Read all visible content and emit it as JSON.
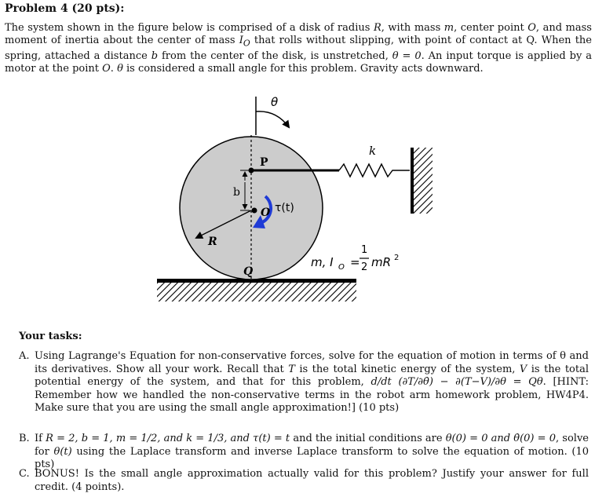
{
  "problem": {
    "title": "Problem 4 (20 pts):",
    "intro": {
      "t1": "The system shown in the figure below is comprised of a disk of radius ",
      "R": "R",
      "t2": ", with mass ",
      "m": "m",
      "t3": ", center point ",
      "O": "O",
      "t4": ", and mass moment of inertia about the center of mass ",
      "IO": "I",
      "IOsub": "O",
      "t5": " that rolls without slipping, with point of contact at Q. When the spring, attached a distance ",
      "b": "b",
      "t6": " from the center of the disk, is unstretched, ",
      "theta0": "θ = 0",
      "t7": ". An input torque is applied by a motor at the point ",
      "O2": "O",
      "t8": ". ",
      "theta": "θ",
      "t9": " is considered a small angle for this problem. Gravity acts downward."
    }
  },
  "figure": {
    "labels": {
      "theta": "θ",
      "k": "k",
      "P": "P",
      "b": "b",
      "O": "O",
      "tau": "τ(t)",
      "R": "R",
      "Q": "Q",
      "inertia": "m, I",
      "inertia_sub": "O",
      "eq": "=",
      "frac_num": "1",
      "frac_den": "2",
      "mR2": "mR",
      "sup2": "2"
    },
    "colors": {
      "disk": "#cccccc",
      "torque_arrow": "#1f3bd6",
      "outline": "#000000"
    }
  },
  "tasks": {
    "heading": "Your tasks:",
    "A": {
      "label": "A.",
      "text1": "Using Lagrange's Equation for non-conservative forces, solve for the equation of motion in terms of θ and its derivatives. Show all your work. Recall that ",
      "T": "T",
      "text2": " is the total kinetic energy of the system, ",
      "V": "V",
      "text3": " is the total potential energy of the system, and that for this problem, ",
      "formula": "d/dt (∂T/∂θ̇) − ∂(T−V)/∂θ = Qθ",
      "text4": ". [HINT: Remember how we handled the non-conservative terms in the robot arm homework problem, HW4P4. Make sure that you are using the small angle approximation!] (10 pts)"
    },
    "B": {
      "label": "B.",
      "text1": "If ",
      "values": "R = 2, b = 1, m = 1/2, and k = 1/3, and τ(t) = t",
      "text2": " and the initial conditions are ",
      "ic": "θ(0) = 0 and θ̇(0) = 0",
      "text3": ", solve for ",
      "thetat": "θ(t)",
      "text4": " using the Laplace transform and inverse Laplace transform to solve the equation of motion. (10 pts)"
    },
    "C": {
      "label": "C.",
      "text": "BONUS! Is the small angle approximation actually valid for this problem? Justify your answer for full credit. (4 points)."
    }
  }
}
